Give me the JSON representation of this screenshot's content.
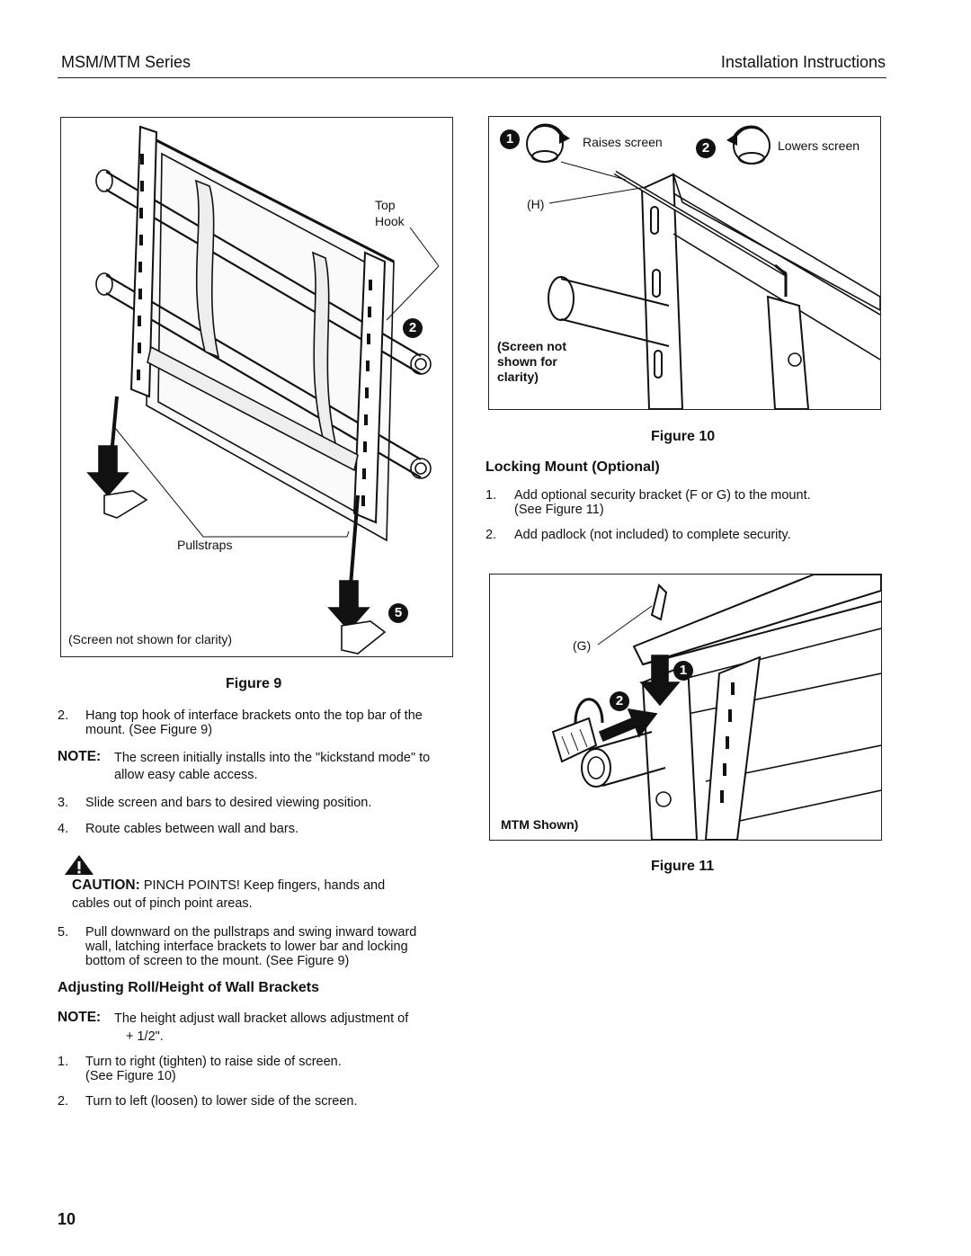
{
  "header": {
    "left": "MSM/MTM Series",
    "right": "Installation Instructions"
  },
  "figure9": {
    "label_top_hook_1": "Top",
    "label_top_hook_2": "Hook",
    "label_pullstraps": "Pullstraps",
    "label_screen_note": "(Screen not shown for clarity)",
    "badge_a": "2",
    "badge_b": "5",
    "caption": "Figure 9"
  },
  "figure10": {
    "badge_raise": "1",
    "label_raise": "Raises screen",
    "badge_lower": "2",
    "label_lower": "Lowers screen",
    "label_h": "(H)",
    "note_1": "(Screen not",
    "note_2": "shown for",
    "note_3": "clarity)",
    "caption": "Figure 10"
  },
  "locking": {
    "heading": "Locking Mount (Optional)",
    "steps": [
      {
        "num": "1.",
        "line1": "Add optional security bracket (F or G) to the mount.",
        "line2": "(See Figure 11)"
      },
      {
        "num": "2.",
        "line1": "Add padlock (not included) to complete security."
      }
    ]
  },
  "figure11": {
    "label_g": "(G)",
    "badge_1": "1",
    "badge_2": "2",
    "label_mtm": "MTM Shown)",
    "caption": "Figure 11"
  },
  "left_text": {
    "step2_num": "2.",
    "step2_l1": "Hang top hook of interface brackets onto the top bar of the",
    "step2_l2": "mount. (See Figure 9)",
    "note1_label": "NOTE:",
    "note1_l1": "The screen initially installs into the \"kickstand mode\" to",
    "note1_l2": "allow easy cable access.",
    "step3_num": "3.",
    "step3": "Slide screen and bars to desired viewing position.",
    "step4_num": "4.",
    "step4": "Route cables between wall and bars.",
    "caution_label": "CAUTION:",
    "caution_l1": "PINCH POINTS!  Keep fingers, hands and",
    "caution_l2": "cables out of pinch point areas.",
    "step5_num": "5.",
    "step5_l1": "Pull downward on the pullstraps and swing inward toward",
    "step5_l2": "wall, latching interface brackets to lower bar and locking",
    "step5_l3": "bottom of screen to the mount. (See Figure 9)",
    "adjust_heading": "Adjusting Roll/Height of Wall Brackets",
    "note2_label": "NOTE:",
    "note2_l1": "The height adjust wall bracket allows adjustment of",
    "note2_l2": "+ 1/2\".",
    "adj1_num": "1.",
    "adj1_l1": "Turn to right (tighten) to raise side of screen.",
    "adj1_l2": "(See Figure 10)",
    "adj2_num": "2.",
    "adj2": "Turn to left (loosen) to lower side of the screen."
  },
  "page_number": "10"
}
